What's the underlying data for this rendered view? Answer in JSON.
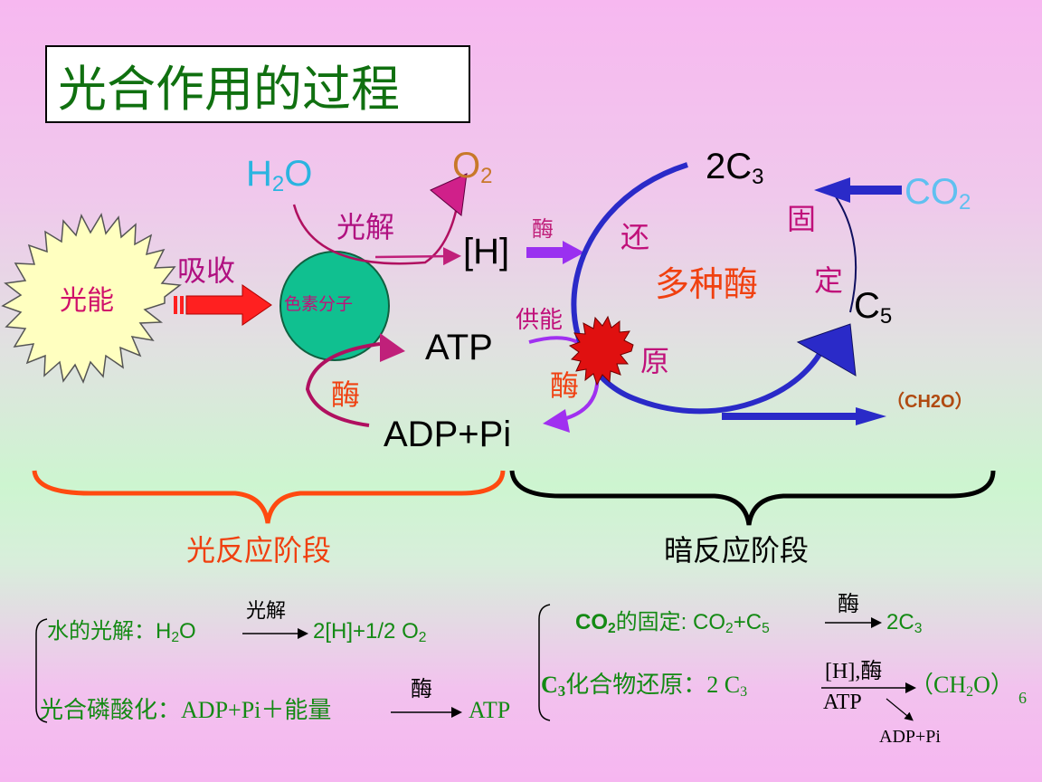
{
  "title": "光合作用的过程",
  "diagram": {
    "light_energy": "光能",
    "absorb": "吸收",
    "pigment": "色素分子",
    "h2o": {
      "a": "H",
      "sub": "2",
      "b": "O"
    },
    "o2": {
      "a": "O",
      "sub": "2"
    },
    "photolysis": "光解",
    "h": "[H]",
    "enzyme": "酶",
    "atp": "ATP",
    "adp_pi": "ADP+Pi",
    "energy_supply": "供能",
    "two_c3": {
      "a": "2C",
      "sub": "3"
    },
    "co2": {
      "a": "CO",
      "sub": "2"
    },
    "fix_1": "固",
    "fix_2": "定",
    "c5": {
      "a": "C",
      "sub": "5"
    },
    "reduce_1": "还",
    "reduce_2": "原",
    "many_enzymes": "多种酶",
    "ch2o": "（CH2O）",
    "light_stage": "光反应阶段",
    "dark_stage": "暗反应阶段"
  },
  "equations": {
    "water": {
      "label": "水的光解：",
      "h": "H",
      "sub": "2",
      "o": "O",
      "over": "光解",
      "product": "2[H]+1/2 O",
      "psub": "2"
    },
    "phos": {
      "label": "光合磷酸化：",
      "reactant": "ADP+Pi＋能量",
      "over": "酶",
      "product": "ATP"
    },
    "fix": {
      "label_co": "CO",
      "label_sub": "2",
      "label_rest": "的固定: ",
      "r_co": "CO",
      "r_sub": "2",
      "r_plus": "+C",
      "r_sub2": "5",
      "over": "酶",
      "p_a": "2C",
      "p_sub": "3"
    },
    "reduce": {
      "label_c": "C",
      "label_sub": "3",
      "label_rest": "化合物还原：",
      "reactant": "2 C",
      "r_sub": "3",
      "over": "[H],酶",
      "under": "ATP",
      "p_a": "（CH",
      "p_sub": "2",
      "p_b": "O）",
      "p_sub2": "6",
      "byproduct": "ADP+Pi"
    }
  },
  "colors": {
    "green": "#148a14",
    "blue_arc": "#2a2ac8",
    "magenta": "#c0207a",
    "cyan": "#2ab4e0",
    "orange_red": "#f04010",
    "purple": "#9a30f0"
  }
}
